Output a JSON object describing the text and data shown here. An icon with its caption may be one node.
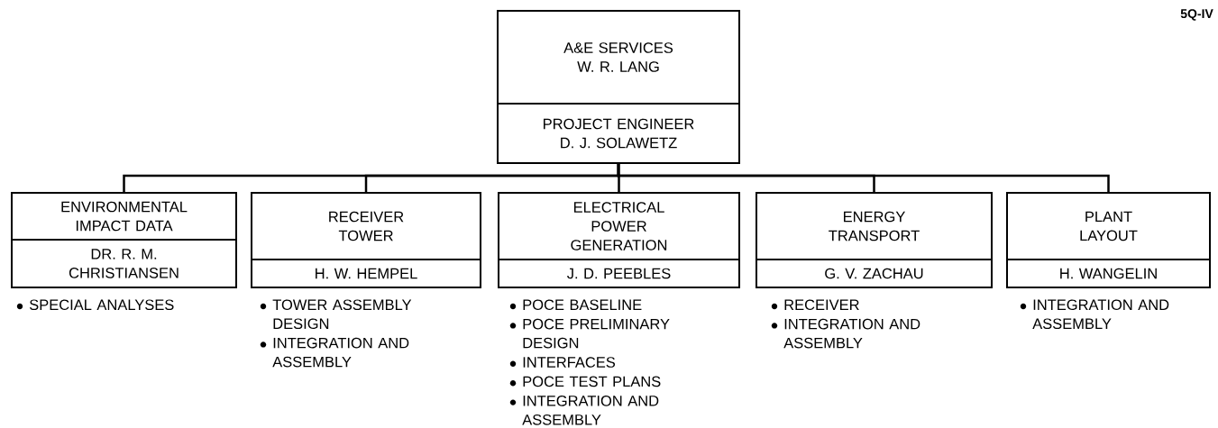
{
  "diagram": {
    "nodes": [
      {
        "text": [
          "A&E SERVICES",
          "W. R. LANG",
          "PROJECT ENGINEER D. J. SOLAWETZ"
        ]
      },
      {
        "text": [
          "ENVIRONMENTAL IMPACT DATA",
          "DR. R. M. CHRISTIANSEN"
        ],
        "beside": [
          "SPECIAL ANALYSES"
        ]
      },
      {
        "text": [
          "RECEIVER TOWER",
          "H. W. HEMPEL"
        ],
        "beside": [
          "TOWER ASSEMBLY DESIGN",
          "INTEGRATION AND ASSEMBLY"
        ]
      },
      {
        "text": [
          "ELECTRICAL POWER GENERATION",
          "J. D. PEEBLES"
        ],
        "beside": [
          "POCE BASELINE",
          "POCE PRELIMINARY DESIGN",
          "INTERFACES",
          "POCE TEST PLANS",
          "INTEGRATION AND ASSEMBLY"
        ]
      },
      {
        "text": [
          "ENERGY TRANSPORT",
          "G. V. ZACHAU"
        ],
        "beside": [
          "RECEIVER",
          "INTEGRATION AND ASSEMBLY"
        ]
      },
      {
        "text": [
          "PLANT LAYOUT",
          "H. WANGELIN"
        ],
        "beside": [
          "INTEGRATION AND ASSEMBLY"
        ]
      }
    ],
    "edges": [
      {
        "from": 0,
        "to": 1,
        "arrow": "none"
      },
      {
        "from": 0,
        "to": 2,
        "arrow": "none"
      },
      {
        "from": 0,
        "to": 3,
        "arrow": "none"
      },
      {
        "from": 0,
        "to": 4,
        "arrow": "none"
      },
      {
        "from": 0,
        "to": 5,
        "arrow": "none"
      }
    ],
    "labels": [
      "5Q-IV"
    ]
  }
}
